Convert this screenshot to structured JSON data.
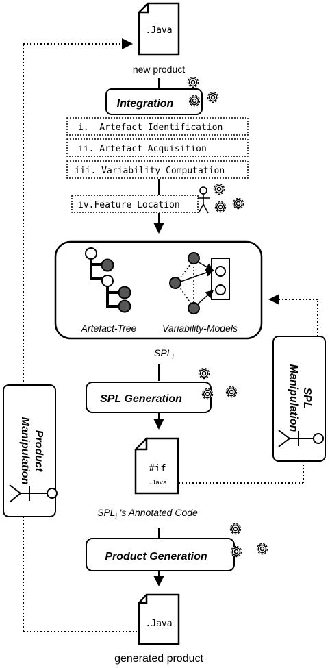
{
  "files": {
    "top_file_label": ".Java",
    "annotated_file_directive": "#if",
    "annotated_file_label": ".Java",
    "bottom_file_label": ".Java"
  },
  "captions": {
    "new_product": "new product",
    "spl_i_base": "SPL",
    "spl_i_sub": "i",
    "annotated_code_base": "SPL",
    "annotated_code_sub": "i",
    "annotated_code_suffix": " 's Annotated Code",
    "generated_product": "generated product"
  },
  "integration": {
    "title": "Integration",
    "steps": [
      "i.  Artefact Identification",
      "ii. Artefact Acquisition",
      "iii. Variability Computation"
    ],
    "manual_step": "iv.Feature Location"
  },
  "spl": {
    "artefact_tree_label": "Artefact-Tree",
    "variability_models_label": "Variability-Models"
  },
  "processes": {
    "spl_generation": "SPL Generation",
    "product_generation": "Product Generation"
  },
  "manipulation": {
    "product_line1": "Product",
    "product_line2": "Manipulation",
    "spl_line1": "SPL",
    "spl_line2": "Manipulation"
  },
  "icons": [
    "document-icon",
    "gear-icon",
    "stick-figure-icon",
    "actor-icon"
  ]
}
